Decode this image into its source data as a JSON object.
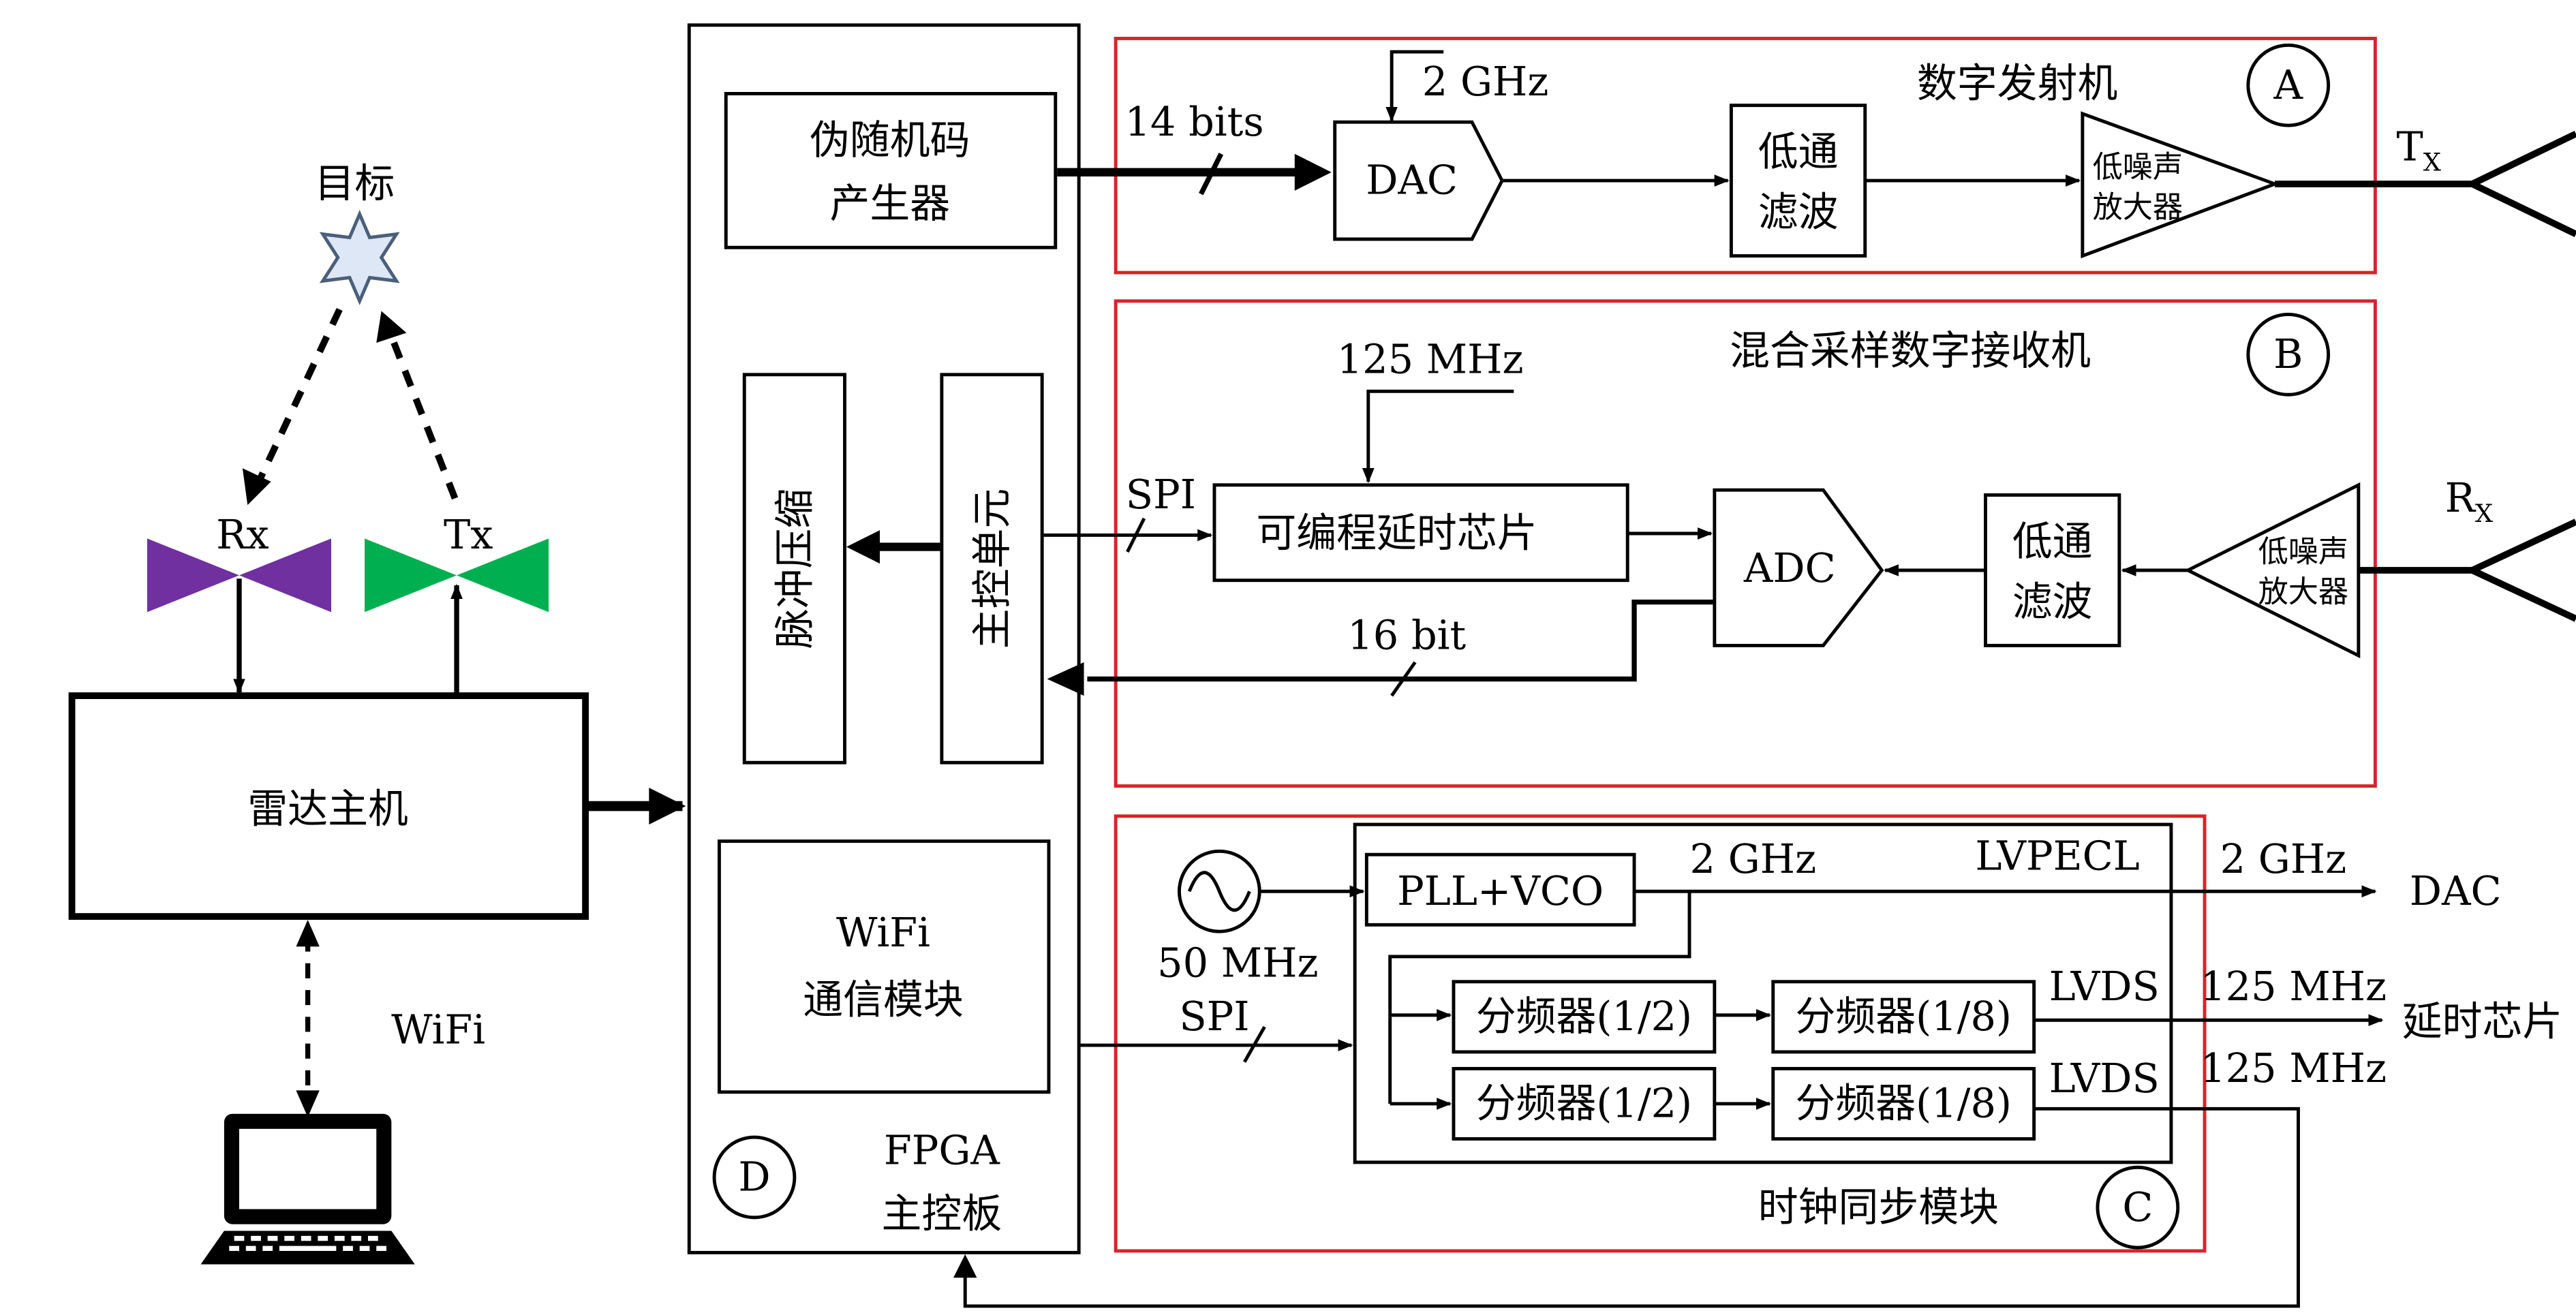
{
  "colors": {
    "stroke": "#000000",
    "red_frame": "#d9232a",
    "rx_antenna": "#7030a0",
    "tx_antenna": "#00b050",
    "target_fill": "#dde7f5",
    "target_stroke": "#4a5f7a"
  },
  "target": {
    "label": "目标"
  },
  "radar_side": {
    "rx_label": "Rx",
    "tx_label": "Tx",
    "host": "雷达主机",
    "wifi": "WiFi"
  },
  "fpga": {
    "prbs": [
      "伪随机码",
      "产生器"
    ],
    "pulse": "脉冲压缩",
    "ctrl": "主控单元",
    "wifi_mod": [
      "WiFi",
      "通信模块"
    ],
    "board": [
      "FPGA",
      "主控板"
    ],
    "badge": "D"
  },
  "tx": {
    "title": "数字发射机",
    "badge": "A",
    "bits": "14 bits",
    "clk": "2 GHz",
    "dac": "DAC",
    "lpf": [
      "低通",
      "滤波"
    ],
    "lna": [
      "低噪声",
      "放大器"
    ],
    "ant": "T",
    "ant_sub": "X"
  },
  "rx": {
    "title": "混合采样数字接收机",
    "badge": "B",
    "clk": "125 MHz",
    "spi": "SPI",
    "delay": "可编程延时芯片",
    "adc": "ADC",
    "lpf": [
      "低通",
      "滤波"
    ],
    "lna": [
      "低噪声",
      "放大器"
    ],
    "bits": "16 bit",
    "ant": "R",
    "ant_sub": "X"
  },
  "clock": {
    "title": "时钟同步模块",
    "badge": "C",
    "osc": "50 MHz",
    "pll": "PLL+VCO",
    "pll_freq": "2 GHz",
    "lvpecl": "LVPECL",
    "div2_a": "分频器(1/2)",
    "div8_a": "分频器(1/8)",
    "div2_b": "分频器(1/2)",
    "div8_b": "分频器(1/8)",
    "lvds_a": "LVDS",
    "lvds_b": "LVDS",
    "spi": "SPI",
    "out_2g": "2 GHz",
    "out_dac": "DAC",
    "out_125_a": "125 MHz",
    "out_delay": "延时芯片",
    "out_125_b": "125 MHz"
  }
}
